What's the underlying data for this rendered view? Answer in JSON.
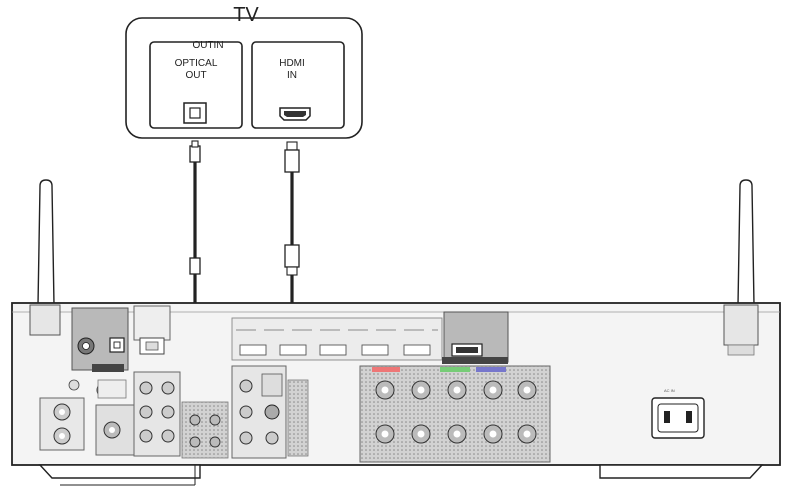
{
  "tv": {
    "title": "TV",
    "outin_label": "OUTIN",
    "optical_port": {
      "line1": "OPTICAL",
      "line2": "OUT"
    },
    "hdmi_port": {
      "line1": "HDMI",
      "line2": "IN"
    }
  },
  "receiver": {
    "ac_label": "AC IN"
  },
  "colors": {
    "line": "#222222",
    "cable": "#333333",
    "chassis": "#f4f4f4",
    "highlight_panel": "#b9b9b9",
    "speaker_block": "#c8c8c8"
  }
}
